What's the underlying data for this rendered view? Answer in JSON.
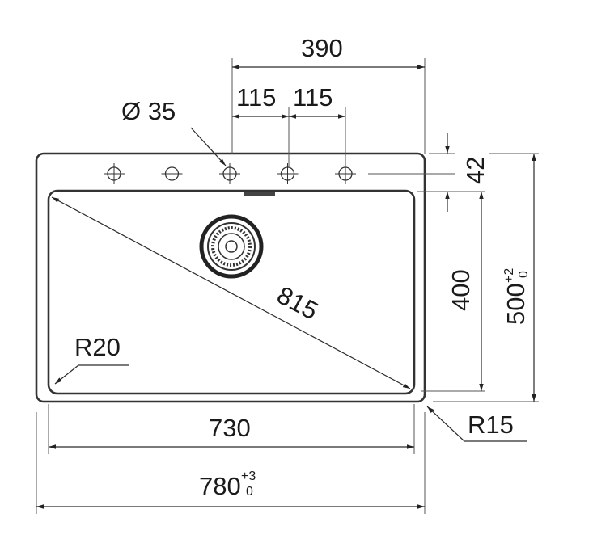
{
  "drawing": {
    "dimensions": {
      "overall_width": "780",
      "overall_width_tol_plus": "+3",
      "overall_width_tol_minus": "0",
      "overall_depth": "500",
      "overall_depth_tol_plus": "+2",
      "overall_depth_tol_minus": "0",
      "bowl_width": "730",
      "bowl_depth": "400",
      "diagonal": "815",
      "tap_zone": "390",
      "hole_spacing_1": "115",
      "hole_spacing_2": "115",
      "hole_diameter": "Ø 35",
      "hole_offset": "42",
      "inner_radius": "R20",
      "outer_radius": "R15"
    },
    "tap_hole_count": 5,
    "colors": {
      "line": "#2a2a2a",
      "background": "#ffffff"
    }
  }
}
